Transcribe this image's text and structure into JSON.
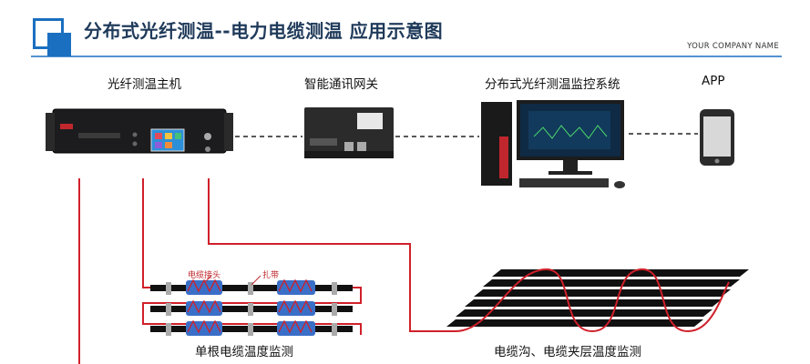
{
  "header": {
    "title": "分布式光纤测温--电力电缆测温  应用示意图",
    "company": "YOUR COMPANY NAME"
  },
  "devices": {
    "host": {
      "label": "光纤测温主机"
    },
    "gateway": {
      "label": "智能通讯网关"
    },
    "monitor": {
      "label": "分布式光纤测温监控系统"
    },
    "app": {
      "label": "APP"
    }
  },
  "scenes": {
    "single_cable": {
      "label": "单根电缆温度监测",
      "joint_label": "电缆接头",
      "tie_label": "扎带"
    },
    "trench": {
      "label": "电缆沟、电缆夹层温度监测"
    }
  },
  "colors": {
    "brand_blue": "#1a6fc0",
    "title_navy": "#1f3a5a",
    "fiber_red": "#d0202a",
    "cable_black": "#111111",
    "joint_blue": "#3a6fc8"
  }
}
